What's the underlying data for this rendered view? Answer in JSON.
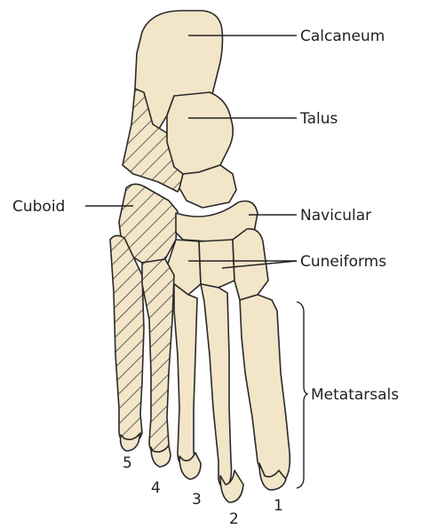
{
  "labels": {
    "calcaneum": "Calcaneum",
    "talus": "Talus",
    "cuboid": "Cuboid",
    "navicular": "Navicular",
    "cuneiforms": "Cuneiforms",
    "metatarsals": "Metatarsals"
  },
  "digits": [
    "1",
    "2",
    "3",
    "4",
    "5"
  ],
  "colors": {
    "bone_fill": "#f2e5c8",
    "outline": "#2a2a2a",
    "text": "#222222"
  }
}
